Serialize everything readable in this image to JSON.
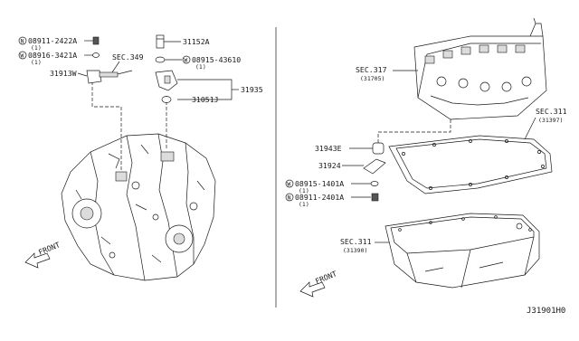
{
  "diagram": {
    "diagram_id": "J31901H0",
    "front_label": "FRONT",
    "left": {
      "bolt_a": {
        "symbol": "N",
        "code": "08911-2422A",
        "qty": "(1)"
      },
      "washer_a": {
        "symbol": "W",
        "code": "08916-3421A",
        "qty": "(1)"
      },
      "sec349": "SEC.349",
      "part_31913w": "31913W",
      "part_31152a": "31152A",
      "washer_b": {
        "symbol": "W",
        "code": "08915-43610",
        "qty": "(1)"
      },
      "part_31935": "31935",
      "part_31051j": "31051J"
    },
    "right": {
      "sec317": {
        "sec": "SEC.317",
        "ref": "(31705)"
      },
      "sec311_gasket": {
        "sec": "SEC.311",
        "ref": "(31397)"
      },
      "part_31943e": "31943E",
      "part_31924": "31924",
      "washer_c": {
        "symbol": "W",
        "code": "08915-1401A",
        "qty": "(1)"
      },
      "bolt_c": {
        "symbol": "N",
        "code": "08911-2401A",
        "qty": "(1)"
      },
      "sec311_pan": {
        "sec": "SEC.311",
        "ref": "(31390)"
      }
    }
  }
}
